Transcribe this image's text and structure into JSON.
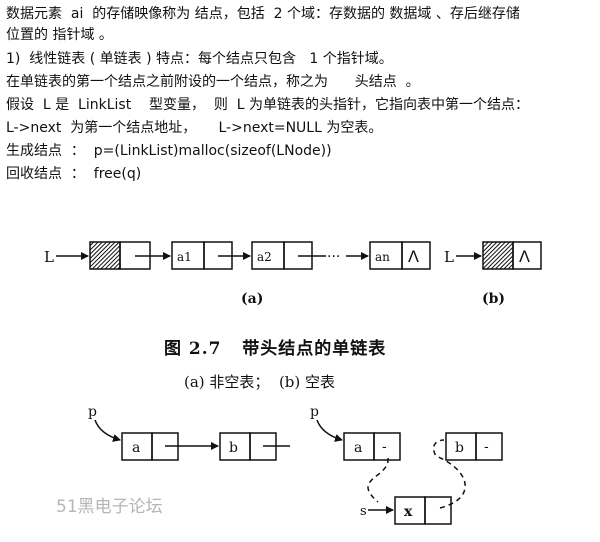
{
  "text_lines": [
    "数据元素  ai  的存储映像称为 结点，包括  2 个域：存数据的 数据域 、存后继存储",
    "位置的 指针域 。",
    "1)  线性链表 ( 单链表 ) 特点：每个结点只包含   1 个指针域。",
    "在单链表的第一个结点之前附设的一个结点，称之为      头结点  。",
    "假设  L 是  LinkList    型变量，  则  L 为单链表的头指针，它指向表中第一个结点：",
    "L->next  为第一个结点地址，     L->next=NULL 为空表。",
    "生成结点  ：  p=(LinkList)malloc(sizeof(LNode))",
    "回收结点  ：  free(q)"
  ],
  "figure_top": {
    "head_pointer_label": "L",
    "nodes": [
      "a1",
      "a2",
      "an"
    ],
    "ellipsis": "···",
    "null_mark": "Λ",
    "label_a": "(a)",
    "label_b": "(b)",
    "caption_title": "图 2.7   带头结点的单链表",
    "caption_sub": "(a) 非空表；  (b) 空表"
  },
  "figure_bottom": {
    "pointer_p": "p",
    "pointer_s": "s",
    "node_a": "a",
    "node_b": "b",
    "node_x": "x",
    "dash": "-"
  },
  "watermark": "51黑电子论坛"
}
